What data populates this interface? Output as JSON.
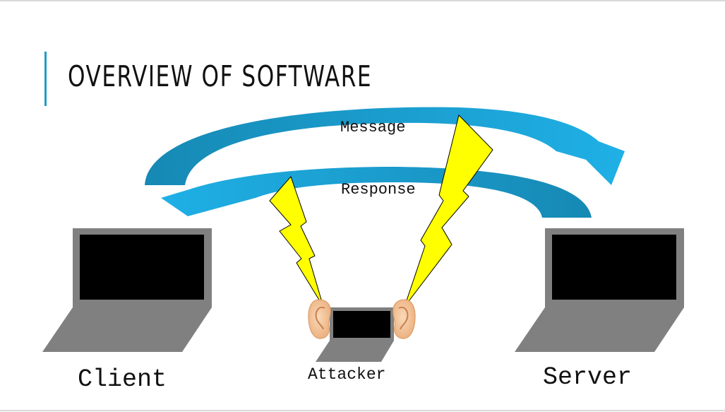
{
  "slide": {
    "title": "OVERVIEW OF SOFTWARE"
  },
  "diagram": {
    "message_label": "Message",
    "response_label": "Response",
    "client_label": "Client",
    "attacker_label": "Attacker",
    "server_label": "Server"
  },
  "icons": {
    "laptops": [
      "client-laptop-icon",
      "server-laptop-icon",
      "attacker-laptop-icon"
    ],
    "ears": [
      "left-ear-icon",
      "right-ear-icon"
    ],
    "bolts": [
      "eavesdrop-bolt-left-icon",
      "eavesdrop-bolt-right-icon"
    ],
    "arrows": [
      "message-arrow-icon",
      "response-arrow-icon"
    ]
  },
  "colors": {
    "accent": "#1E9BC8",
    "arrow_light": "#1FB0E6",
    "arrow_dark": "#1689B4",
    "bolt": "#FFFF00",
    "laptop_body": "#808080",
    "screen": "#000000",
    "ear": "#F2C094"
  }
}
